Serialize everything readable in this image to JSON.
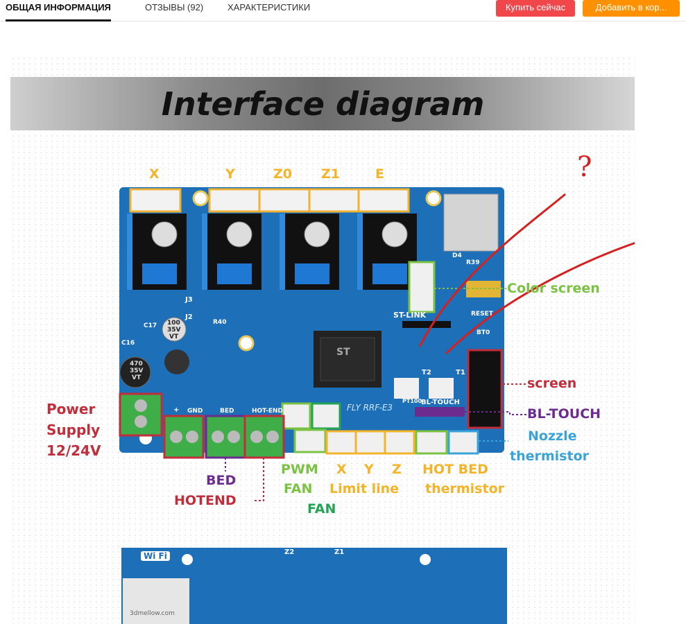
{
  "tabs": [
    {
      "label": "Общая информация",
      "active": true
    },
    {
      "label": "Отзывы (92)",
      "active": false
    },
    {
      "label": "Характеристики",
      "active": false
    }
  ],
  "actions": {
    "buy_now": "Купить сейчас",
    "add_to_cart": "Добавить в кор..."
  },
  "diagram": {
    "title": "Interface diagram",
    "board_name": "FLY RRF-E3",
    "stepper_labels": [
      "X",
      "Y",
      "Z0",
      "Z1",
      "E"
    ],
    "labels": {
      "color_screen": "Color screen",
      "screen": "screen",
      "bl_touch": "BL-TOUCH",
      "nozzle_thermistor_1": "Nozzle",
      "nozzle_thermistor_2": "thermistor",
      "power_1": "Power",
      "power_2": "Supply",
      "power_3": "12/24V",
      "bed": "BED",
      "hotend": "HOTEND",
      "pwm": "PWM",
      "fan_1": "FAN",
      "fan_2": "FAN",
      "limit_x": "X",
      "limit_y": "Y",
      "limit_z": "Z",
      "limit_line": "Limit line",
      "hot_bed": "HOT BED",
      "bed_thermistor": "thermistor"
    },
    "board_silk": {
      "st_link": "ST-LINK",
      "bl_touch_silk": "BL-TOUCH",
      "j3": "J3",
      "j2": "J2",
      "c17": "C17",
      "c16": "C16",
      "r40": "R40",
      "d4": "D4",
      "r39": "R39",
      "reset": "RESET",
      "bt0": "BT0",
      "t2": "T2",
      "t1": "T1",
      "pt100": "PT100",
      "cap_100": "100",
      "cap_35v": "35V",
      "cap_vt": "VT",
      "cap_470": "470",
      "cap_35v_b": "35V",
      "cap_vt_b": "VT",
      "bed_silk": "BED",
      "hotend_silk": "HOT-END",
      "gnd": "GND",
      "plus": "+",
      "chip": "ST"
    },
    "second_board": {
      "wifi": "Wi Fi",
      "z2": "Z2",
      "z1": "Z1",
      "module": "3dmellow.com"
    },
    "annotations": {
      "q1": "?",
      "q2": "?"
    },
    "colors": {
      "board": "#1d6fb8",
      "board_dark": "#145a99",
      "stepper_frame": "#f0b232",
      "green_terminal": "#3fae49",
      "label_yellow": "#f4b429",
      "label_green": "#7cc242",
      "label_red": "#d3203a",
      "label_purple": "#6b2b8f",
      "label_blue": "#3aa3d9",
      "label_fan_green": "#23a455",
      "handwriting": "#d62020"
    }
  }
}
